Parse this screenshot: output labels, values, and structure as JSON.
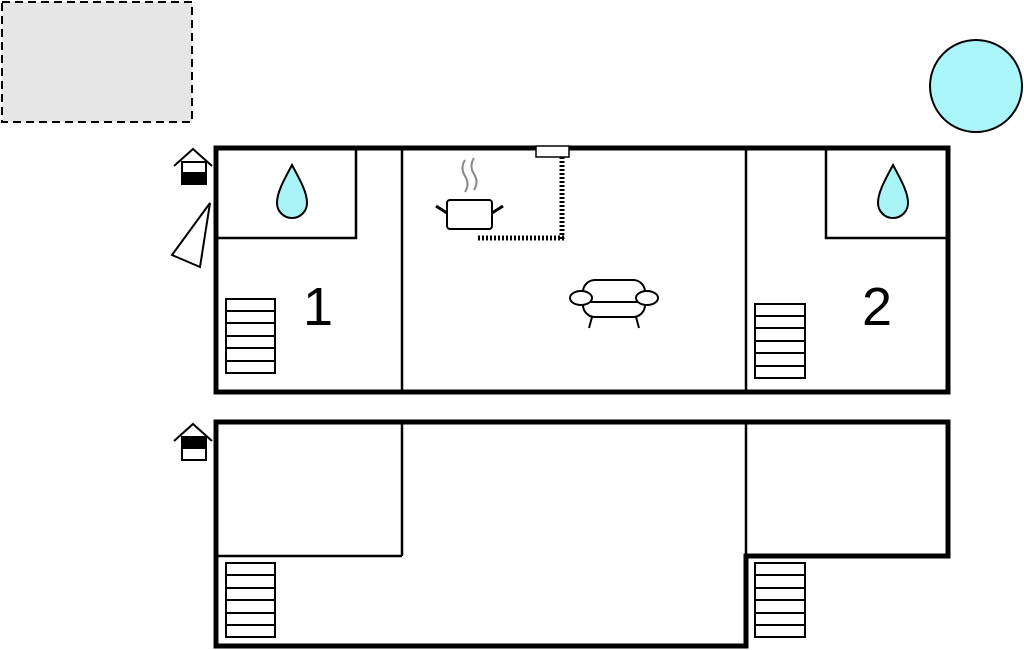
{
  "plan": {
    "upper_floor": {
      "rooms": [
        {
          "label": "1"
        },
        {
          "label": "2"
        }
      ]
    },
    "colors": {
      "water": "#aaf4f8",
      "pool": "#aaf6fa",
      "terrace": "#e6e6e6",
      "wall": "#000000"
    },
    "icons": [
      "terrace",
      "pool-icon",
      "bathroom-drop-icon",
      "stairs-icon",
      "cooking-pot-icon",
      "sofa-icon",
      "entrance-house-icon",
      "compass-north-icon"
    ]
  }
}
